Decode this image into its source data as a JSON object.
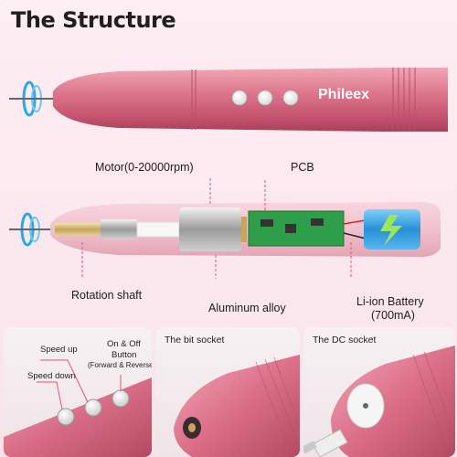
{
  "title": "The Structure",
  "brand": "Phileex",
  "labels": {
    "motor": "Motor(0-20000rpm)",
    "pcb": "PCB",
    "rotation_shaft": "Rotation shaft",
    "aluminum_alloy": "Aluminum alloy",
    "battery_line1": "Li-ion Battery",
    "battery_line2": "(700mA)"
  },
  "panels": {
    "buttons": {
      "speed_up": "Speed up",
      "speed_down": "Speed down",
      "onoff_line1": "On & Off",
      "onoff_line2": "Button",
      "onoff_line3": "(Forward & Reverse)"
    },
    "bit_socket": "The bit socket",
    "dc_socket": "The DC socket"
  },
  "colors": {
    "pen_pink": "#d9677f",
    "label_line": "#e05570",
    "background": "#fbe9ef"
  }
}
